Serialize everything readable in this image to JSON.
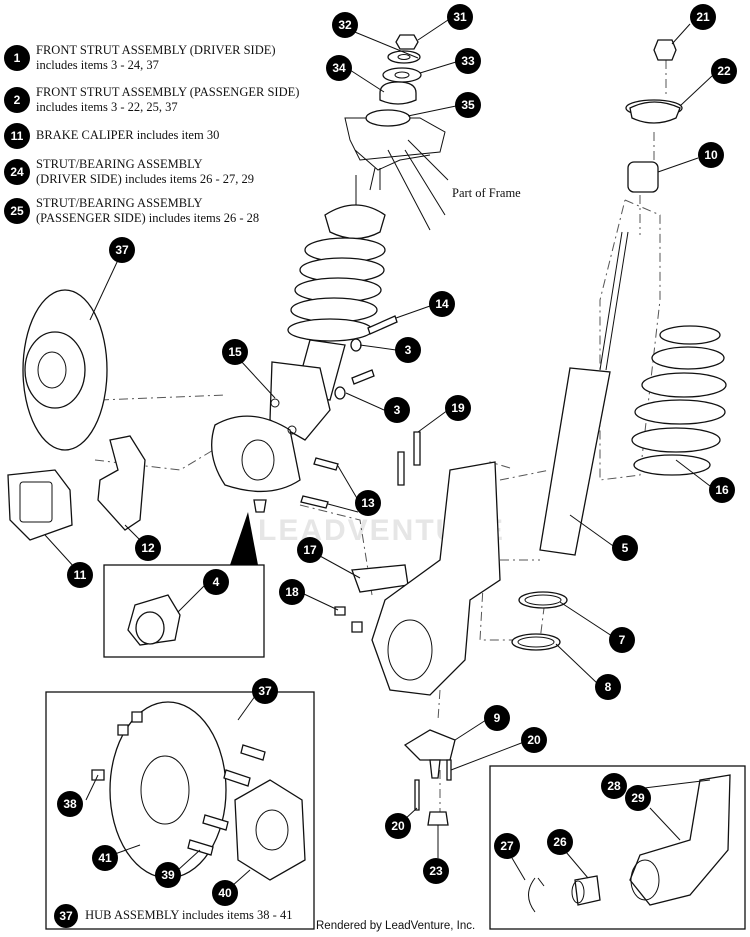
{
  "legend": [
    {
      "num": "1",
      "text": "FRONT STRUT ASSEMBLY (DRIVER SIDE)\nincludes items 3 - 24, 37"
    },
    {
      "num": "2",
      "text": "FRONT STRUT ASSEMBLY (PASSENGER SIDE)\nincludes items 3 - 22, 25, 37"
    },
    {
      "num": "11",
      "text": "BRAKE CALIPER includes item 30"
    },
    {
      "num": "24",
      "text": "STRUT/BEARING ASSEMBLY\n(DRIVER SIDE) includes items 26 - 27, 29"
    },
    {
      "num": "25",
      "text": "STRUT/BEARING ASSEMBLY\n(PASSENGER SIDE) includes items 26 - 28"
    }
  ],
  "frame_label": "Part of Frame",
  "hub_caption": {
    "num": "37",
    "text": "HUB ASSEMBLY includes items 38 - 41"
  },
  "footer": "Rendered by LeadVenture, Inc.",
  "watermark": "LEADVENTURE",
  "callouts": [
    "31",
    "32",
    "33",
    "34",
    "35",
    "21",
    "22",
    "10",
    "37",
    "15",
    "14",
    "3",
    "3",
    "19",
    "13",
    "13",
    "12",
    "11",
    "4",
    "17",
    "18",
    "16",
    "5",
    "7",
    "8",
    "37",
    "38",
    "39",
    "40",
    "41",
    "9",
    "20",
    "20",
    "23",
    "28",
    "29",
    "27",
    "26"
  ],
  "colors": {
    "ink": "#111111",
    "callout_fill": "#000000",
    "callout_text": "#ffffff"
  }
}
